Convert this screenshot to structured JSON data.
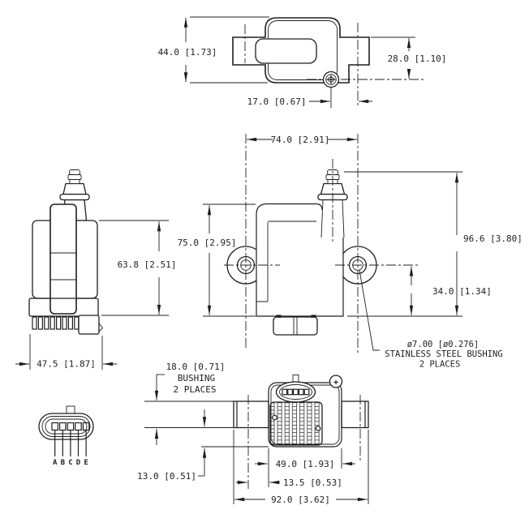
{
  "colors": {
    "ink": "#1f1f1f",
    "paper": "#ffffff"
  },
  "views": {
    "top": {
      "dim_height": "44.0 [1.73]",
      "dim_tower_offset": "17.0 [0.67]",
      "dim_ear_to_center": "28.0 [1.10]"
    },
    "side": {
      "dim_height": "63.8 [2.51]",
      "dim_depth": "47.5 [1.87]"
    },
    "front": {
      "dim_mount_spacing": "74.0 [2.91]",
      "dim_body_height": "75.0 [2.95]",
      "dim_overall_height": "96.6 [3.80]",
      "dim_mount_to_base": "34.0 [1.34]",
      "bushing_callout": [
        "ø7.00 [ø0.276]",
        "STAINLESS STEEL BUSHING",
        "2 PLACES"
      ]
    },
    "bottom": {
      "dim_bushing_length": "18.0 [0.71]",
      "bushing_label": [
        "BUSHING",
        "2 PLACES"
      ],
      "dim_base_drop": "13.0 [0.51]",
      "dim_body_width": "49.0 [1.93]",
      "dim_center_offset": "13.5 [0.53]",
      "dim_overall_width": "92.0 [3.62]",
      "polarity_mark": "+"
    },
    "connector": {
      "pin_labels": [
        "A",
        "B",
        "C",
        "D",
        "E"
      ]
    }
  }
}
